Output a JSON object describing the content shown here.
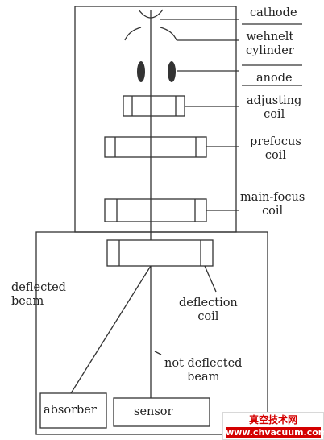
{
  "labels": {
    "cathode": "cathode",
    "wehnelt": "wehnelt\ncylinder",
    "anode": "anode",
    "adjusting_coil": "adjusting\ncoil",
    "prefocus_coil": "prefocus\ncoil",
    "main_focus_coil": "main-focus\ncoil",
    "deflected_beam": "deflected\nbeam",
    "deflection_coil": "deflection\ncoil",
    "not_deflected_beam": "not deflected\nbeam",
    "absorber": "absorber",
    "sensor": "sensor"
  },
  "watermark": {
    "chinese": "真空技术网",
    "url": "www.chvacuum.com"
  },
  "colors": {
    "line": "#333333",
    "watermark_red": "#d40000"
  }
}
